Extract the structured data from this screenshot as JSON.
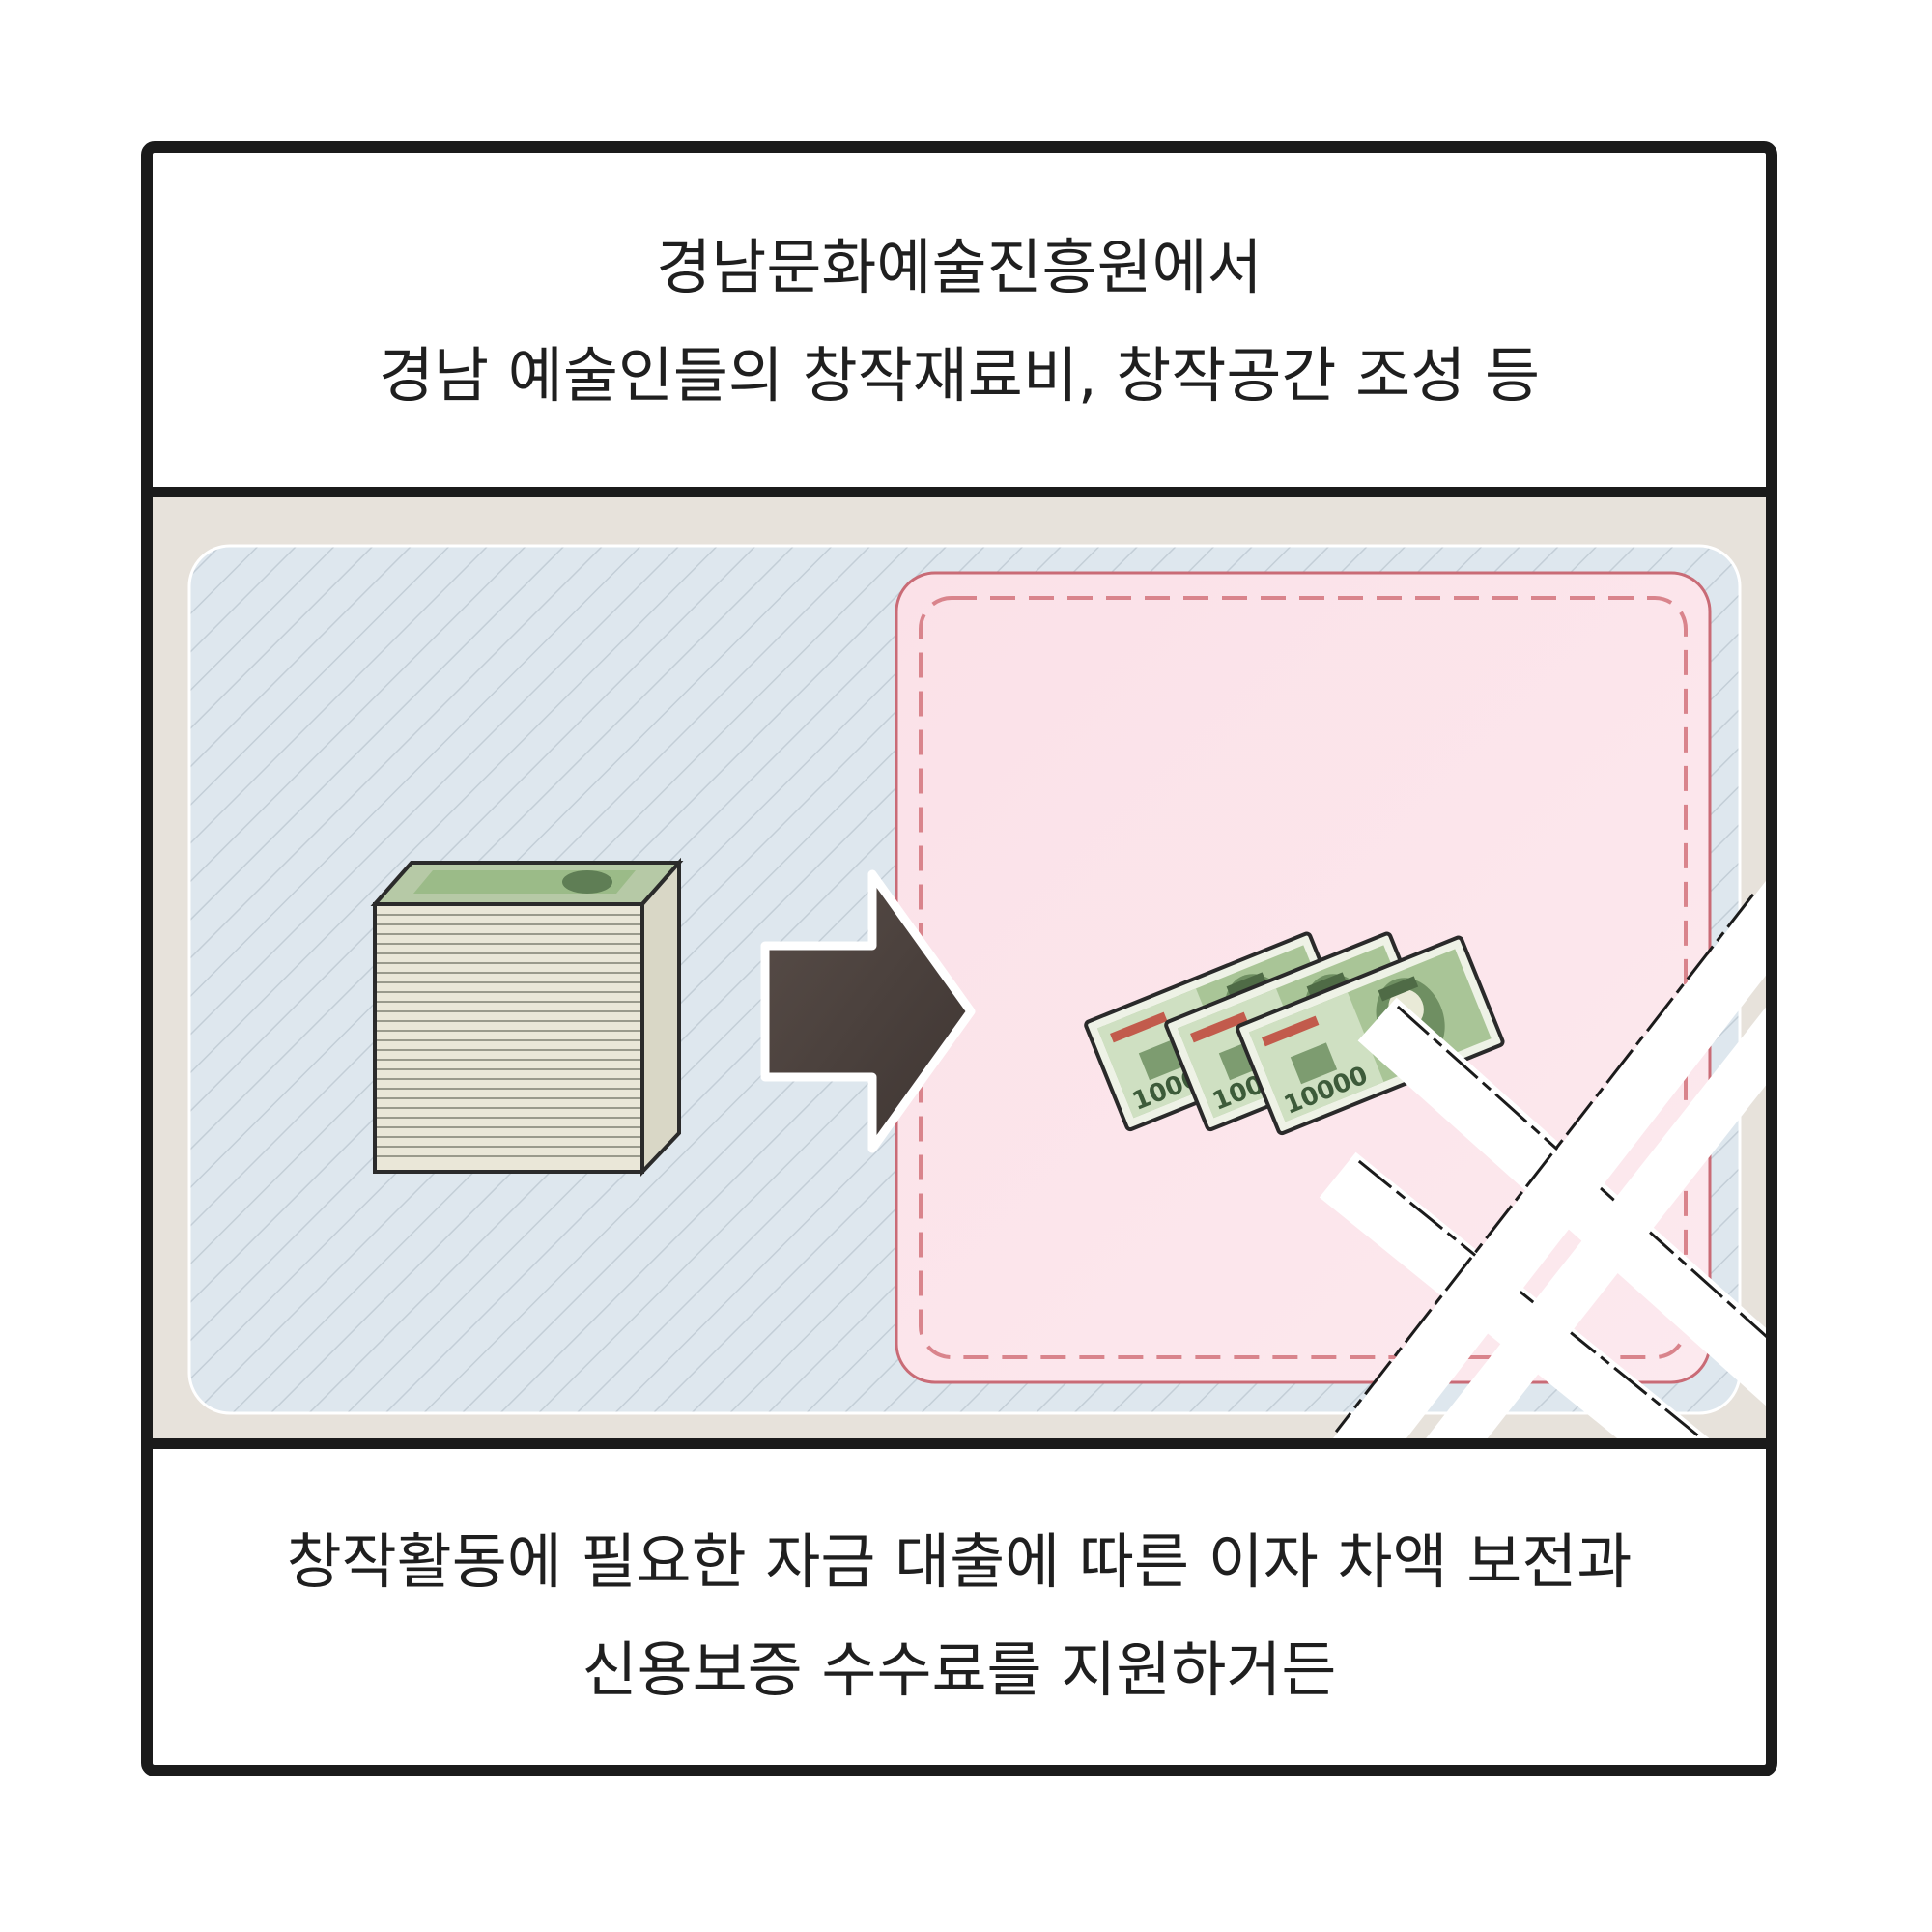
{
  "caption_top": {
    "line1": "경남문화예술진흥원에서",
    "line2": "경남 예술인들의 창작재료비, 창작공간 조성 등"
  },
  "caption_bottom": {
    "line1": "창작활동에 필요한 자금 대출에 따른 이자 차액 보전과",
    "line2": "신용보증 수수료를 지원하거든"
  },
  "banknote": {
    "denomination": "10000"
  },
  "colors": {
    "frame": "#1b1b1b",
    "background": "#e7e2db",
    "blue_mat": "#dde7ee",
    "pink_area": "#fbe3ea",
    "pink_border": "#c96b76",
    "arrow": "#4a413d",
    "banknote_green": "#8fb27e"
  }
}
